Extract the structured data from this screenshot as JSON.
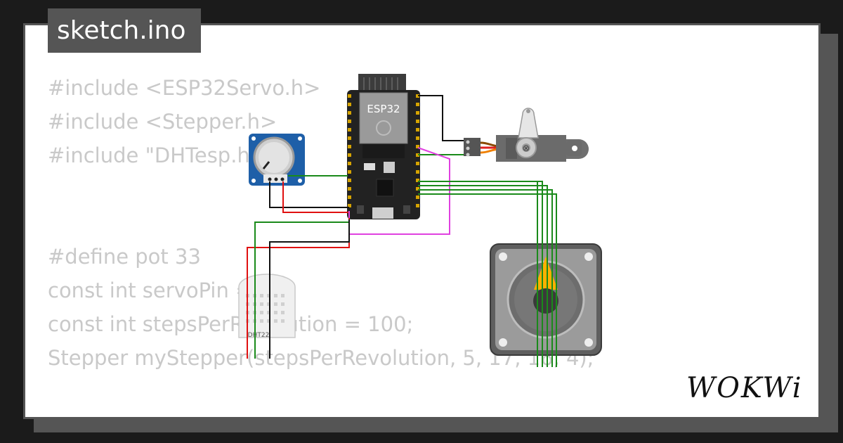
{
  "window": {
    "title": "sketch.ino"
  },
  "code": {
    "lines_top": [
      "#include <ESP32Servo.h>",
      "#include <Stepper.h>",
      "#include \"DHTesp.h\""
    ],
    "lines_bottom": [
      "#define pot 33",
      "const int servoPin = 18;",
      "const int stepsPerRevolution = 100;",
      "Stepper myStepper(stepsPerRevolution, 5, 17, 16, 4);"
    ]
  },
  "components": {
    "esp32_label": "ESP32",
    "dht_label": "DHT22"
  },
  "brand": {
    "name": "WOKWi"
  },
  "colors": {
    "background": "#1b1b1b",
    "panel": "#ffffff",
    "frame": "#555555",
    "code_text": "#c9c9c9",
    "wire_green": "#1a8a1a",
    "wire_red": "#e01010",
    "wire_black": "#111111",
    "wire_magenta": "#e040e0",
    "potentiometer_board": "#1e5fa8"
  }
}
